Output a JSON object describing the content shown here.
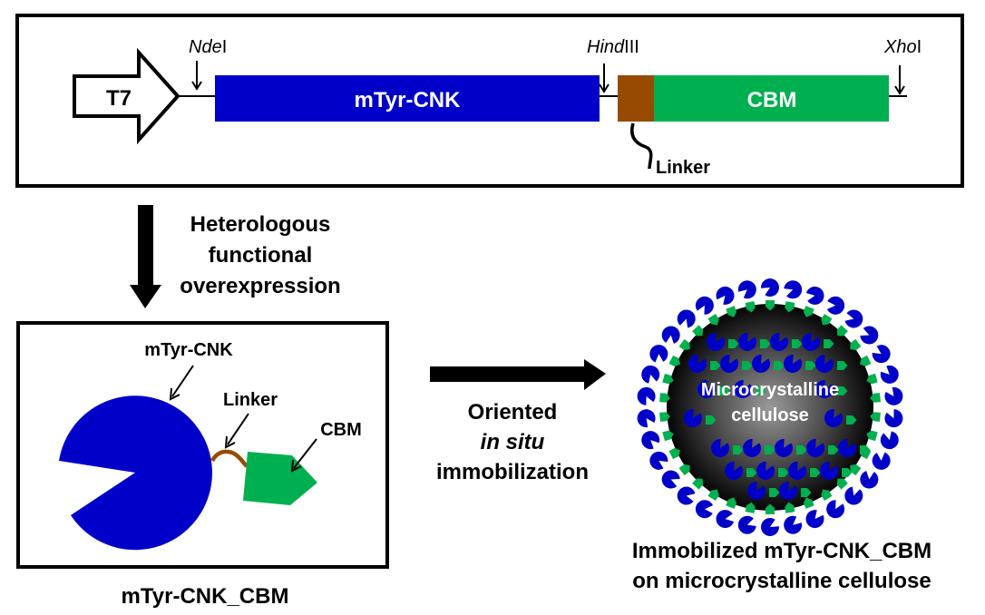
{
  "construct": {
    "promoter_label": "T7",
    "sites": [
      {
        "italic": "Nde",
        "roman": "I"
      },
      {
        "italic": "Hind",
        "roman": "III"
      },
      {
        "italic": "Xho",
        "roman": "I"
      }
    ],
    "enzyme_label": "mTyr-CNK",
    "cbm_label": "CBM",
    "linker_label": "Linker"
  },
  "step1": {
    "lines": [
      "Heterologous",
      "functional",
      "overexpression"
    ]
  },
  "protein_panel": {
    "enzyme_label": "mTyr-CNK",
    "linker_label": "Linker",
    "cbm_label": "CBM",
    "caption": "mTyr-CNK_CBM"
  },
  "step2": {
    "line1": "Oriented",
    "line2": "in situ",
    "line3": "immobilization"
  },
  "particle": {
    "core_label_1": "Microcrystalline",
    "core_label_2": "cellulose",
    "caption_1": "Immobilized mTyr-CNK_CBM",
    "caption_2": "on microcrystalline cellulose"
  },
  "colors": {
    "enzyme": "#0000c8",
    "cbm": "#00b050",
    "linker": "#964b00",
    "outline": "#000000"
  }
}
